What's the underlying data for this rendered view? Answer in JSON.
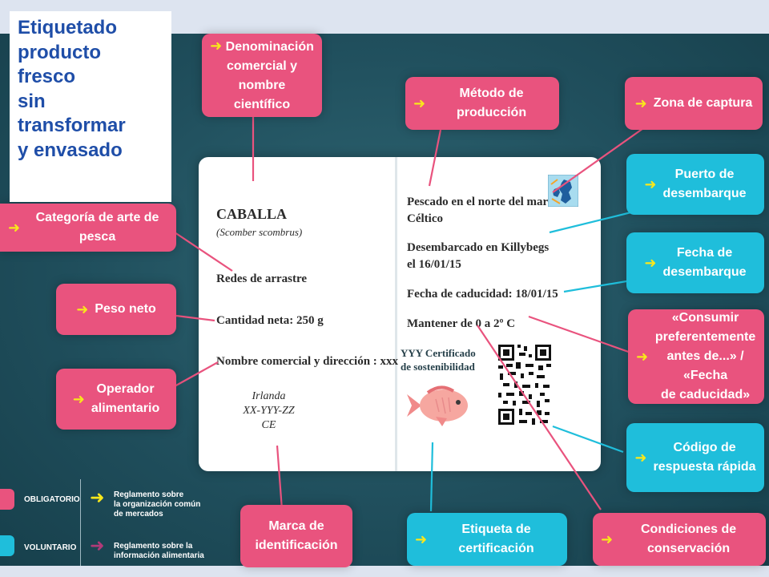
{
  "page_title": "Etiquetado\nproducto\nfresco\nsin\ntransformar\ny envasado",
  "colors": {
    "mandatory": "#e9537e",
    "voluntary": "#1fbedb",
    "arrow": "#f8e71c",
    "title": "#1f4ea8",
    "background": "#204f5d"
  },
  "arrow_glyph": "➜",
  "callouts": {
    "denominacion": "Denominación\ncomercial y nombre\ncientífico",
    "metodo": "Método de producción",
    "zona": "Zona de captura",
    "puerto": "Puerto de\ndesembarque",
    "fecha_desembarque": "Fecha de\ndesembarque",
    "consumir": "«Consumir\npreferentemente\nantes de...» / «Fecha\nde caducidad»",
    "codigo": "Código de\nrespuesta rápida",
    "arte_pesca": "Categoría de arte de pesca",
    "peso": "Peso neto",
    "operador": "Operador\nalimentario",
    "marca": "Marca de\nidentificación",
    "certificacion": "Etiqueta de certificación",
    "conservacion": "Condiciones de conservación"
  },
  "label": {
    "species": "CABALLA",
    "scientific": "(Scomber scombrus)",
    "gear": "Redes de arrastre",
    "net_quantity": "Cantidad neta: 250 g",
    "operator": "Nombre comercial y dirección : xxx",
    "id_mark": "Irlanda\nXX-YYY-ZZ\nCE",
    "catch_area": "Pescado en el norte del mar\nCéltico",
    "landing": "Desembarcado en Killybegs\nel 16/01/15",
    "expiry": "Fecha de caducidad: 18/01/15",
    "storage": "Mantener de 0 a 2º C",
    "certificate": "YYY Certificado\nde sostenibilidad"
  },
  "legend": {
    "mandatory_label": "OBLIGATORIO",
    "mandatory_note": "Reglamento sobre\nla organización común\nde mercados",
    "voluntary_label": "VOLUNTARIO",
    "voluntary_note": "Reglamento sobre la\ninformación alimentaria"
  }
}
